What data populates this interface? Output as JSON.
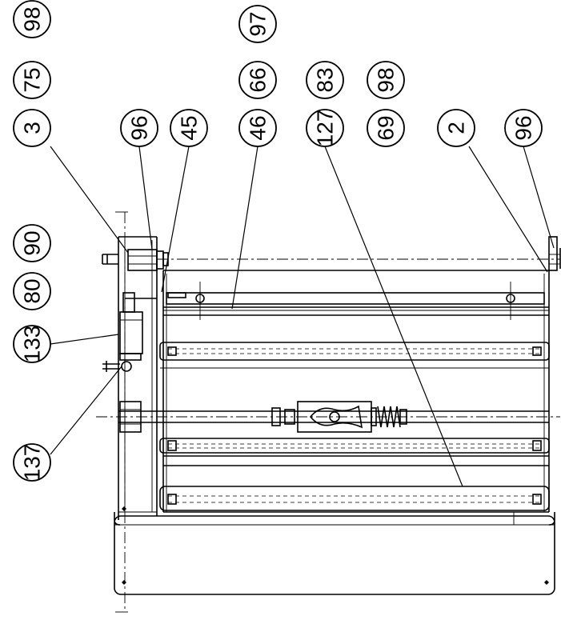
{
  "balloons": [
    {
      "id": "b98a",
      "label": "98"
    },
    {
      "id": "b75",
      "label": "75"
    },
    {
      "id": "b3",
      "label": "3"
    },
    {
      "id": "b97",
      "label": "97"
    },
    {
      "id": "b66",
      "label": "66"
    },
    {
      "id": "b46",
      "label": "46"
    },
    {
      "id": "b96a",
      "label": "96"
    },
    {
      "id": "b45",
      "label": "45"
    },
    {
      "id": "b83",
      "label": "83"
    },
    {
      "id": "b98b",
      "label": "98"
    },
    {
      "id": "b127",
      "label": "127"
    },
    {
      "id": "b69",
      "label": "69"
    },
    {
      "id": "b2",
      "label": "2"
    },
    {
      "id": "b96b",
      "label": "96"
    },
    {
      "id": "b90",
      "label": "90"
    },
    {
      "id": "b80",
      "label": "80"
    },
    {
      "id": "b133",
      "label": "133"
    },
    {
      "id": "b137",
      "label": "137"
    }
  ]
}
